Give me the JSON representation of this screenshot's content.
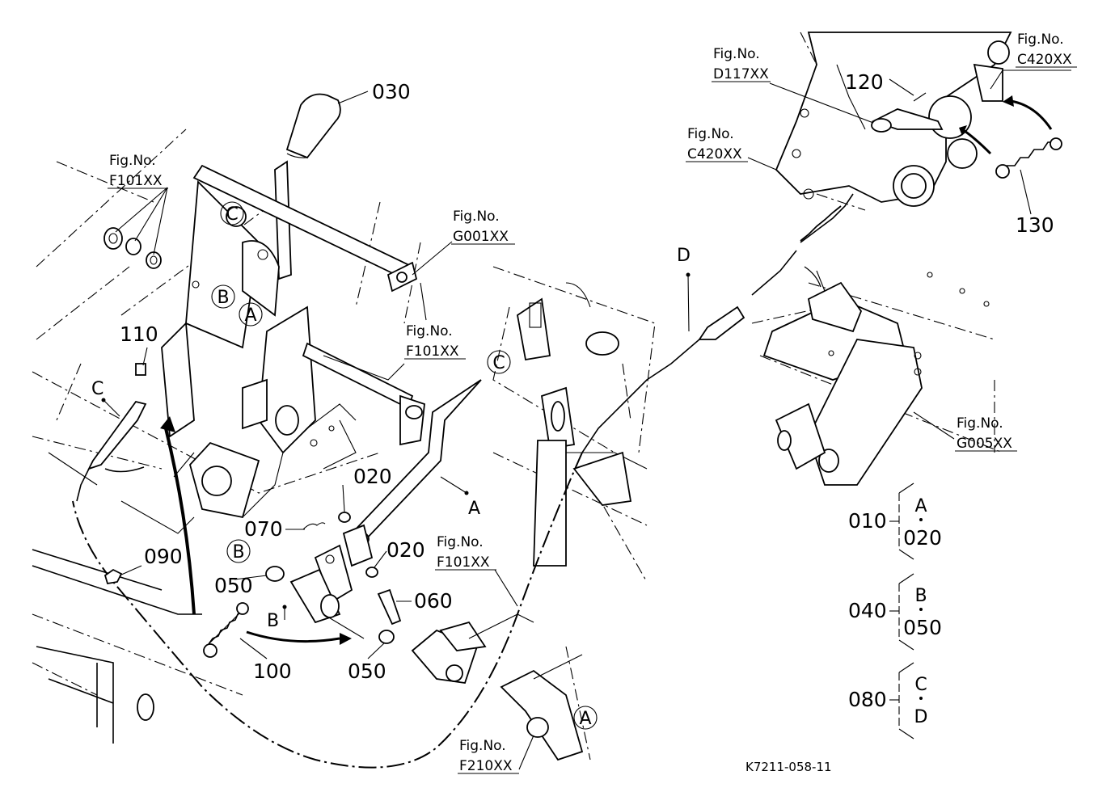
{
  "parts": {
    "p030": "030",
    "p110": "110",
    "p020a": "020",
    "p070": "070",
    "p020b": "020",
    "p060": "060",
    "p090": "090",
    "p050a": "050",
    "p100": "100",
    "p050b": "050",
    "p120": "120",
    "p130": "130"
  },
  "figs": {
    "f101_top": {
      "label": "Fig.No.",
      "code": "F101XX"
    },
    "g001": {
      "label": "Fig.No.",
      "code": "G001XX"
    },
    "f101_mid": {
      "label": "Fig.No.",
      "code": "F101XX"
    },
    "f101_low": {
      "label": "Fig.No.",
      "code": "F101XX"
    },
    "f210": {
      "label": "Fig.No.",
      "code": "F210XX"
    },
    "d117": {
      "label": "Fig.No.",
      "code": "D117XX"
    },
    "c420_left": {
      "label": "Fig.No.",
      "code": "C420XX"
    },
    "c420_right": {
      "label": "Fig.No.",
      "code": "C420XX"
    },
    "g005": {
      "label": "Fig.No.",
      "code": "G005XX"
    }
  },
  "letters": {
    "c_top": "C",
    "b_top": "B",
    "a_top": "A",
    "c_mid": "C",
    "b_mid": "B",
    "a_low": "A",
    "c_free": "C",
    "a_free": "A",
    "b_free": "B",
    "d_free": "D"
  },
  "legend": [
    {
      "assembly": "010",
      "top": "A",
      "bottom": "020"
    },
    {
      "assembly": "040",
      "top": "B",
      "bottom": "050"
    },
    {
      "assembly": "080",
      "top": "C",
      "bottom": "D"
    }
  ],
  "ref": "K7211-058-11"
}
